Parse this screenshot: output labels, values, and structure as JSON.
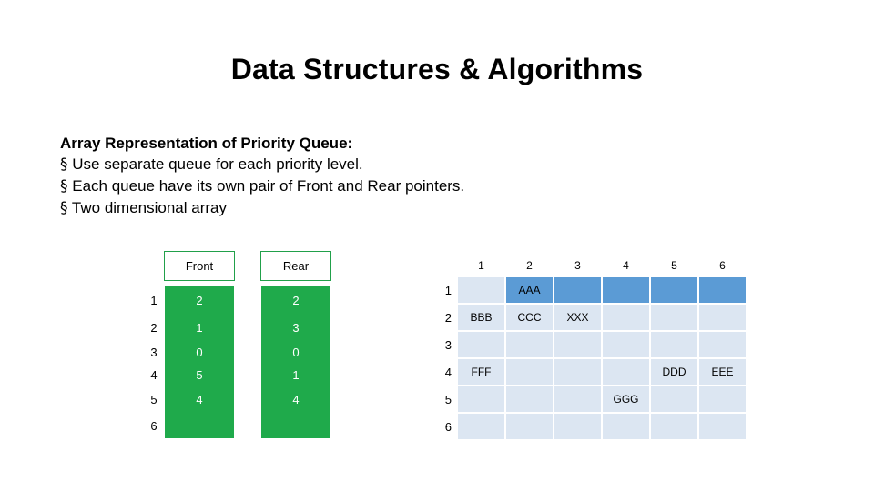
{
  "slide": {
    "title": "Data Structures & Algorithms",
    "heading": "Array Representation of Priority Queue:",
    "bullet_mark": "§",
    "bullets": [
      "Use separate queue for each priority level.",
      "Each queue have its own pair of Front and Rear pointers.",
      "Two dimensional array"
    ]
  },
  "left_table": {
    "headers": [
      "Front",
      "Rear"
    ],
    "row_labels": [
      "1",
      "2",
      "3",
      "4",
      "5",
      "6"
    ],
    "front": [
      "2",
      "1",
      "0",
      "5",
      "4",
      ""
    ],
    "rear": [
      "2",
      "3",
      "0",
      "1",
      "4",
      ""
    ]
  },
  "right_table": {
    "col_headers": [
      "1",
      "2",
      "3",
      "4",
      "5",
      "6"
    ],
    "row_labels": [
      "1",
      "2",
      "3",
      "4",
      "5",
      "6"
    ],
    "cells": [
      [
        {
          "text": "",
          "fill": "light"
        },
        {
          "text": "AAA",
          "fill": "blue"
        },
        {
          "text": "",
          "fill": "blue"
        },
        {
          "text": "",
          "fill": "blue"
        },
        {
          "text": "",
          "fill": "blue"
        },
        {
          "text": "",
          "fill": "blue"
        }
      ],
      [
        {
          "text": "BBB",
          "fill": "light"
        },
        {
          "text": "CCC",
          "fill": "light"
        },
        {
          "text": "XXX",
          "fill": "light"
        },
        {
          "text": "",
          "fill": "light"
        },
        {
          "text": "",
          "fill": "light"
        },
        {
          "text": "",
          "fill": "light"
        }
      ],
      [
        {
          "text": "",
          "fill": "light"
        },
        {
          "text": "",
          "fill": "light"
        },
        {
          "text": "",
          "fill": "light"
        },
        {
          "text": "",
          "fill": "light"
        },
        {
          "text": "",
          "fill": "light"
        },
        {
          "text": "",
          "fill": "light"
        }
      ],
      [
        {
          "text": "FFF",
          "fill": "light"
        },
        {
          "text": "",
          "fill": "light"
        },
        {
          "text": "",
          "fill": "light"
        },
        {
          "text": "",
          "fill": "light"
        },
        {
          "text": "DDD",
          "fill": "light"
        },
        {
          "text": "EEE",
          "fill": "light"
        }
      ],
      [
        {
          "text": "",
          "fill": "light"
        },
        {
          "text": "",
          "fill": "light"
        },
        {
          "text": "",
          "fill": "light"
        },
        {
          "text": "GGG",
          "fill": "light"
        },
        {
          "text": "",
          "fill": "light"
        },
        {
          "text": "",
          "fill": "light"
        }
      ],
      [
        {
          "text": "",
          "fill": "light"
        },
        {
          "text": "",
          "fill": "light"
        },
        {
          "text": "",
          "fill": "light"
        },
        {
          "text": "",
          "fill": "light"
        },
        {
          "text": "",
          "fill": "light"
        },
        {
          "text": "",
          "fill": "light"
        }
      ]
    ]
  },
  "colors": {
    "green": "#1faa4b",
    "green_border": "#21a04a",
    "blue": "#5b9bd5",
    "light_blue": "#dce6f2",
    "background": "#ffffff",
    "text": "#000000"
  }
}
